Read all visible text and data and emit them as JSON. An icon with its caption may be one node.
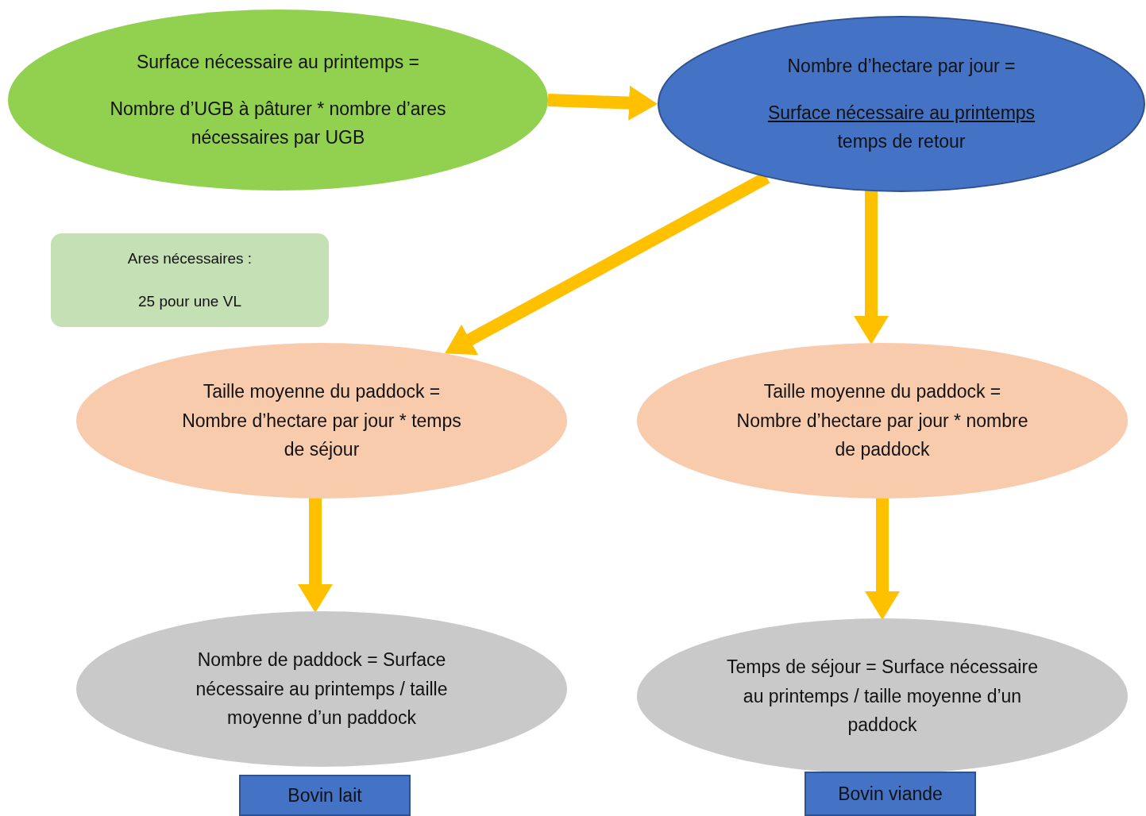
{
  "diagram": {
    "nodes": [
      {
        "text": [
          "Surface nécessaire au printemps =",
          "Nombre d’UGB à pâturer * nombre d’ares nécessaires par UGB"
        ]
      },
      {
        "text": [
          "Nombre d’hectare par jour =",
          "Surface nécessaire au printemps",
          "temps de retour"
        ]
      },
      {
        "text": [
          "Ares nécessaires :",
          "25 pour une VL"
        ]
      },
      {
        "text": [
          "Taille moyenne du paddock = Nombre d’hectare par jour * temps de séjour"
        ]
      },
      {
        "text": [
          "Taille moyenne du paddock = Nombre d’hectare par jour * nombre de paddock"
        ]
      },
      {
        "text": [
          "Nombre de paddock = Surface nécessaire au printemps / taille moyenne d’un paddock"
        ]
      },
      {
        "text": [
          "Temps de séjour = Surface nécessaire au printemps / taille moyenne d’un paddock"
        ]
      },
      {
        "text": [
          "Bovin lait"
        ]
      },
      {
        "text": [
          "Bovin viande"
        ]
      }
    ],
    "edges": [
      {
        "from": 0,
        "to": 1,
        "arrow": "to"
      },
      {
        "from": 1,
        "to": 3,
        "arrow": "to"
      },
      {
        "from": 1,
        "to": 4,
        "arrow": "to"
      },
      {
        "from": 3,
        "to": 5,
        "arrow": "to"
      },
      {
        "from": 4,
        "to": 6,
        "arrow": "to"
      }
    ]
  }
}
